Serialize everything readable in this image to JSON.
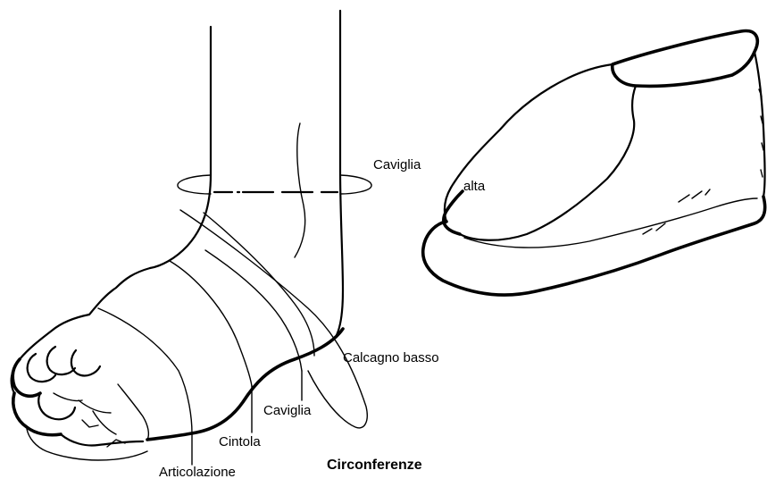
{
  "diagram": {
    "title": "Circonferenze",
    "labels": {
      "caviglia_top": "Caviglia",
      "alta": "alta",
      "calcagno_basso": "Calcagno basso",
      "caviglia_lower": "Caviglia",
      "cintola": "Cintola",
      "articolazione": "Articolazione"
    }
  },
  "colors": {
    "ink": "#000000",
    "background": "#ffffff"
  }
}
